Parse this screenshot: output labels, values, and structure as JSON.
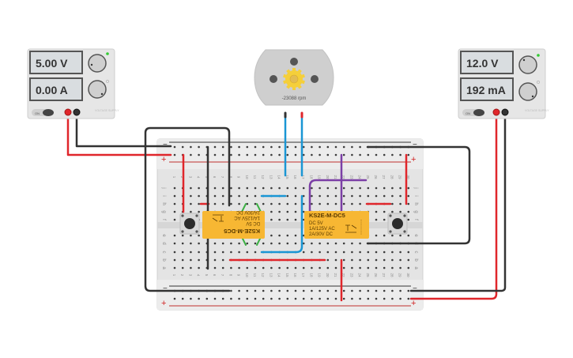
{
  "colors": {
    "background": "#ffffff",
    "breadboard": "#e4e4e4",
    "psu_body": "#e6e6e6",
    "lcd": "#d9dde0",
    "wire_red": "#e0262b",
    "wire_black": "#333333",
    "wire_blue": "#1a96d4",
    "wire_purple": "#7b3fa6",
    "wire_green": "#3cb043",
    "relay": "#f7b733",
    "motor_body": "#cfcfcf",
    "gear": "#f5cf3a",
    "led_on": "#33cc33"
  },
  "power_supply_left": {
    "voltage_display": "5.00 V",
    "current_display": "0.00 A",
    "switch_label": "ON",
    "brand_label": "VOLTAGE SUPPLY",
    "cv_led": "on",
    "cc_led": "off"
  },
  "power_supply_right": {
    "voltage_display": "12.0 V",
    "current_display": "192 mA",
    "switch_label": "ON",
    "brand_label": "VOLTAGE SUPPLY",
    "cv_led": "on",
    "cc_led": "off"
  },
  "motor": {
    "speed_label": "-23088 rpm"
  },
  "relay_left": {
    "model": "KS2E-M-DC5",
    "line1": "DC 5V",
    "line2": "1A/125V AC",
    "line3": "2A/30V DC",
    "orientation": "rotated-180"
  },
  "relay_right": {
    "model": "KS2E-M-DC5",
    "line1": "DC 5V",
    "line2": "1A/125V AC",
    "line3": "2A/30V DC",
    "orientation": "normal"
  },
  "breadboard": {
    "columns": 30,
    "row_labels_top": [
      "j",
      "i",
      "h",
      "g",
      "f"
    ],
    "row_labels_bottom": [
      "e",
      "d",
      "c",
      "b",
      "a"
    ],
    "rail_minus": "−",
    "rail_plus": "+"
  }
}
